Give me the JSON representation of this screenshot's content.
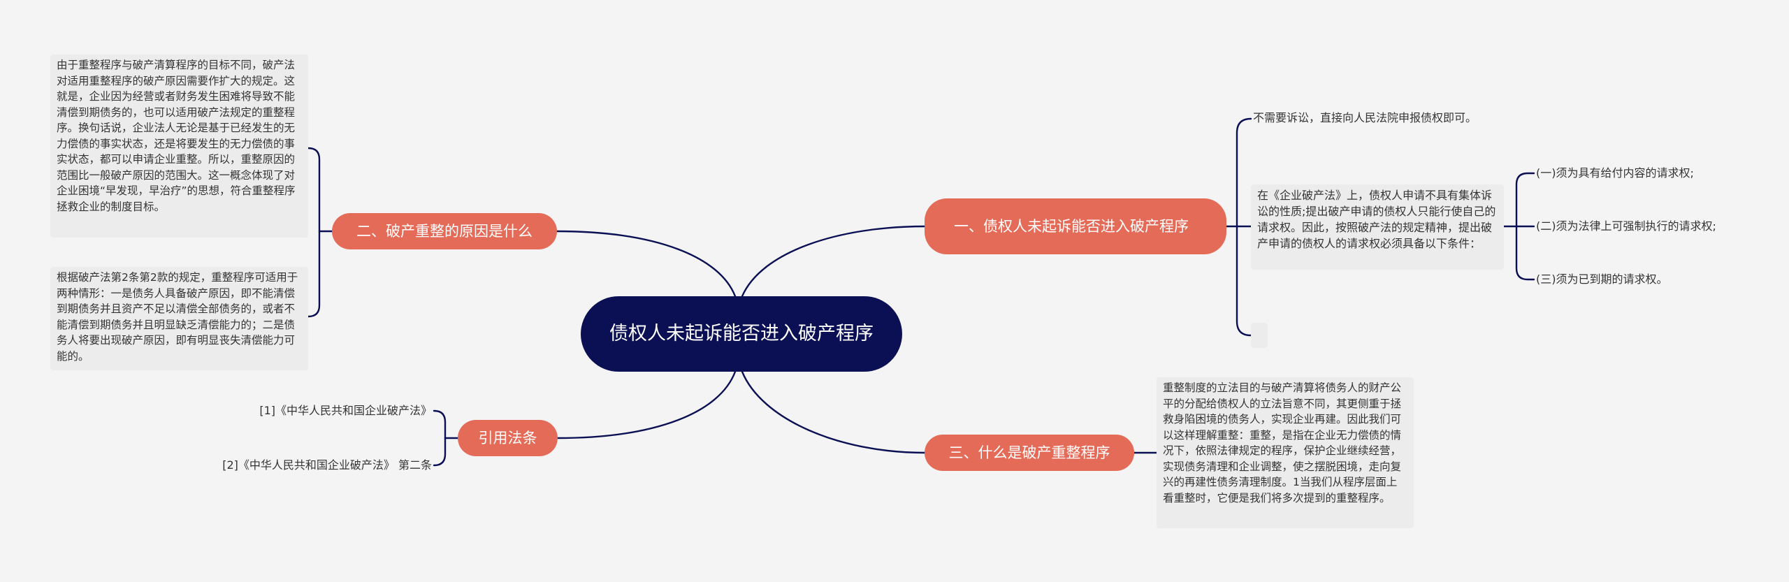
{
  "root": {
    "title": "债权人未起诉能否进入破产程序"
  },
  "branches": {
    "b1": {
      "label": "一、债权人未起诉能否进入破产程序",
      "leaf_a": "不需要诉讼，直接向人民法院申报债权即可。",
      "leaf_b": "在《企业破产法》上，债权人申请不具有集体诉讼的性质;提出破产申请的债权人只能行使自己的请求权。因此，按照破产法的规定精神，提出破产申请的债权人的请求权必须具备以下条件：",
      "conditions": [
        "(一)须为具有给付内容的请求权;",
        "(二)须为法律上可强制执行的请求权;",
        "(三)须为已到期的请求权。"
      ]
    },
    "b2": {
      "label": "二、破产重整的原因是什么",
      "leaf_a": "由于重整程序与破产清算程序的目标不同，破产法对适用重整程序的破产原因需要作扩大的规定。这就是，企业因为经营或者财务发生困难将导致不能清偿到期债务的，也可以适用破产法规定的重整程序。换句话说，企业法人无论是基于已经发生的无力偿债的事实状态，还是将要发生的无力偿债的事实状态，都可以申请企业重整。所以，重整原因的范围比一般破产原因的范围大。这一概念体现了对企业困境“早发现，早治疗”的思想，符合重整程序拯救企业的制度目标。",
      "leaf_b": "根据破产法第2条第2款的规定，重整程序可适用于两种情形：一是债务人具备破产原因，即不能清偿到期债务并且资产不足以清偿全部债务的，或者不能清偿到期债务并且明显缺乏清偿能力的；二是债务人将要出现破产原因，即有明显丧失清偿能力可能的。"
    },
    "b3": {
      "label": "三、什么是破产重整程序",
      "leaf": "重整制度的立法目的与破产清算将债务人的财产公平的分配给债权人的立法旨意不同，其更侧重于拯救身陷困境的债务人，实现企业再建。因此我们可以这样理解重整：重整，是指在企业无力偿债的情况下，依照法律规定的程序，保护企业继续经营，实现债务清理和企业调整，使之摆脱困境，走向复兴的再建性债务清理制度。1当我们从程序层面上看重整时，它便是我们将多次提到的重整程序。"
    },
    "b4": {
      "label": "引用法条",
      "refs": [
        "[1]《中华人民共和国企业破产法》",
        "[2]《中华人民共和国企业破产法》 第二条"
      ]
    }
  },
  "colors": {
    "root_bg": "#0b1054",
    "branch_bg": "#e46b58",
    "line": "#0b1054",
    "leaf_bg": "#ececec",
    "background": "#f4f4f4"
  }
}
